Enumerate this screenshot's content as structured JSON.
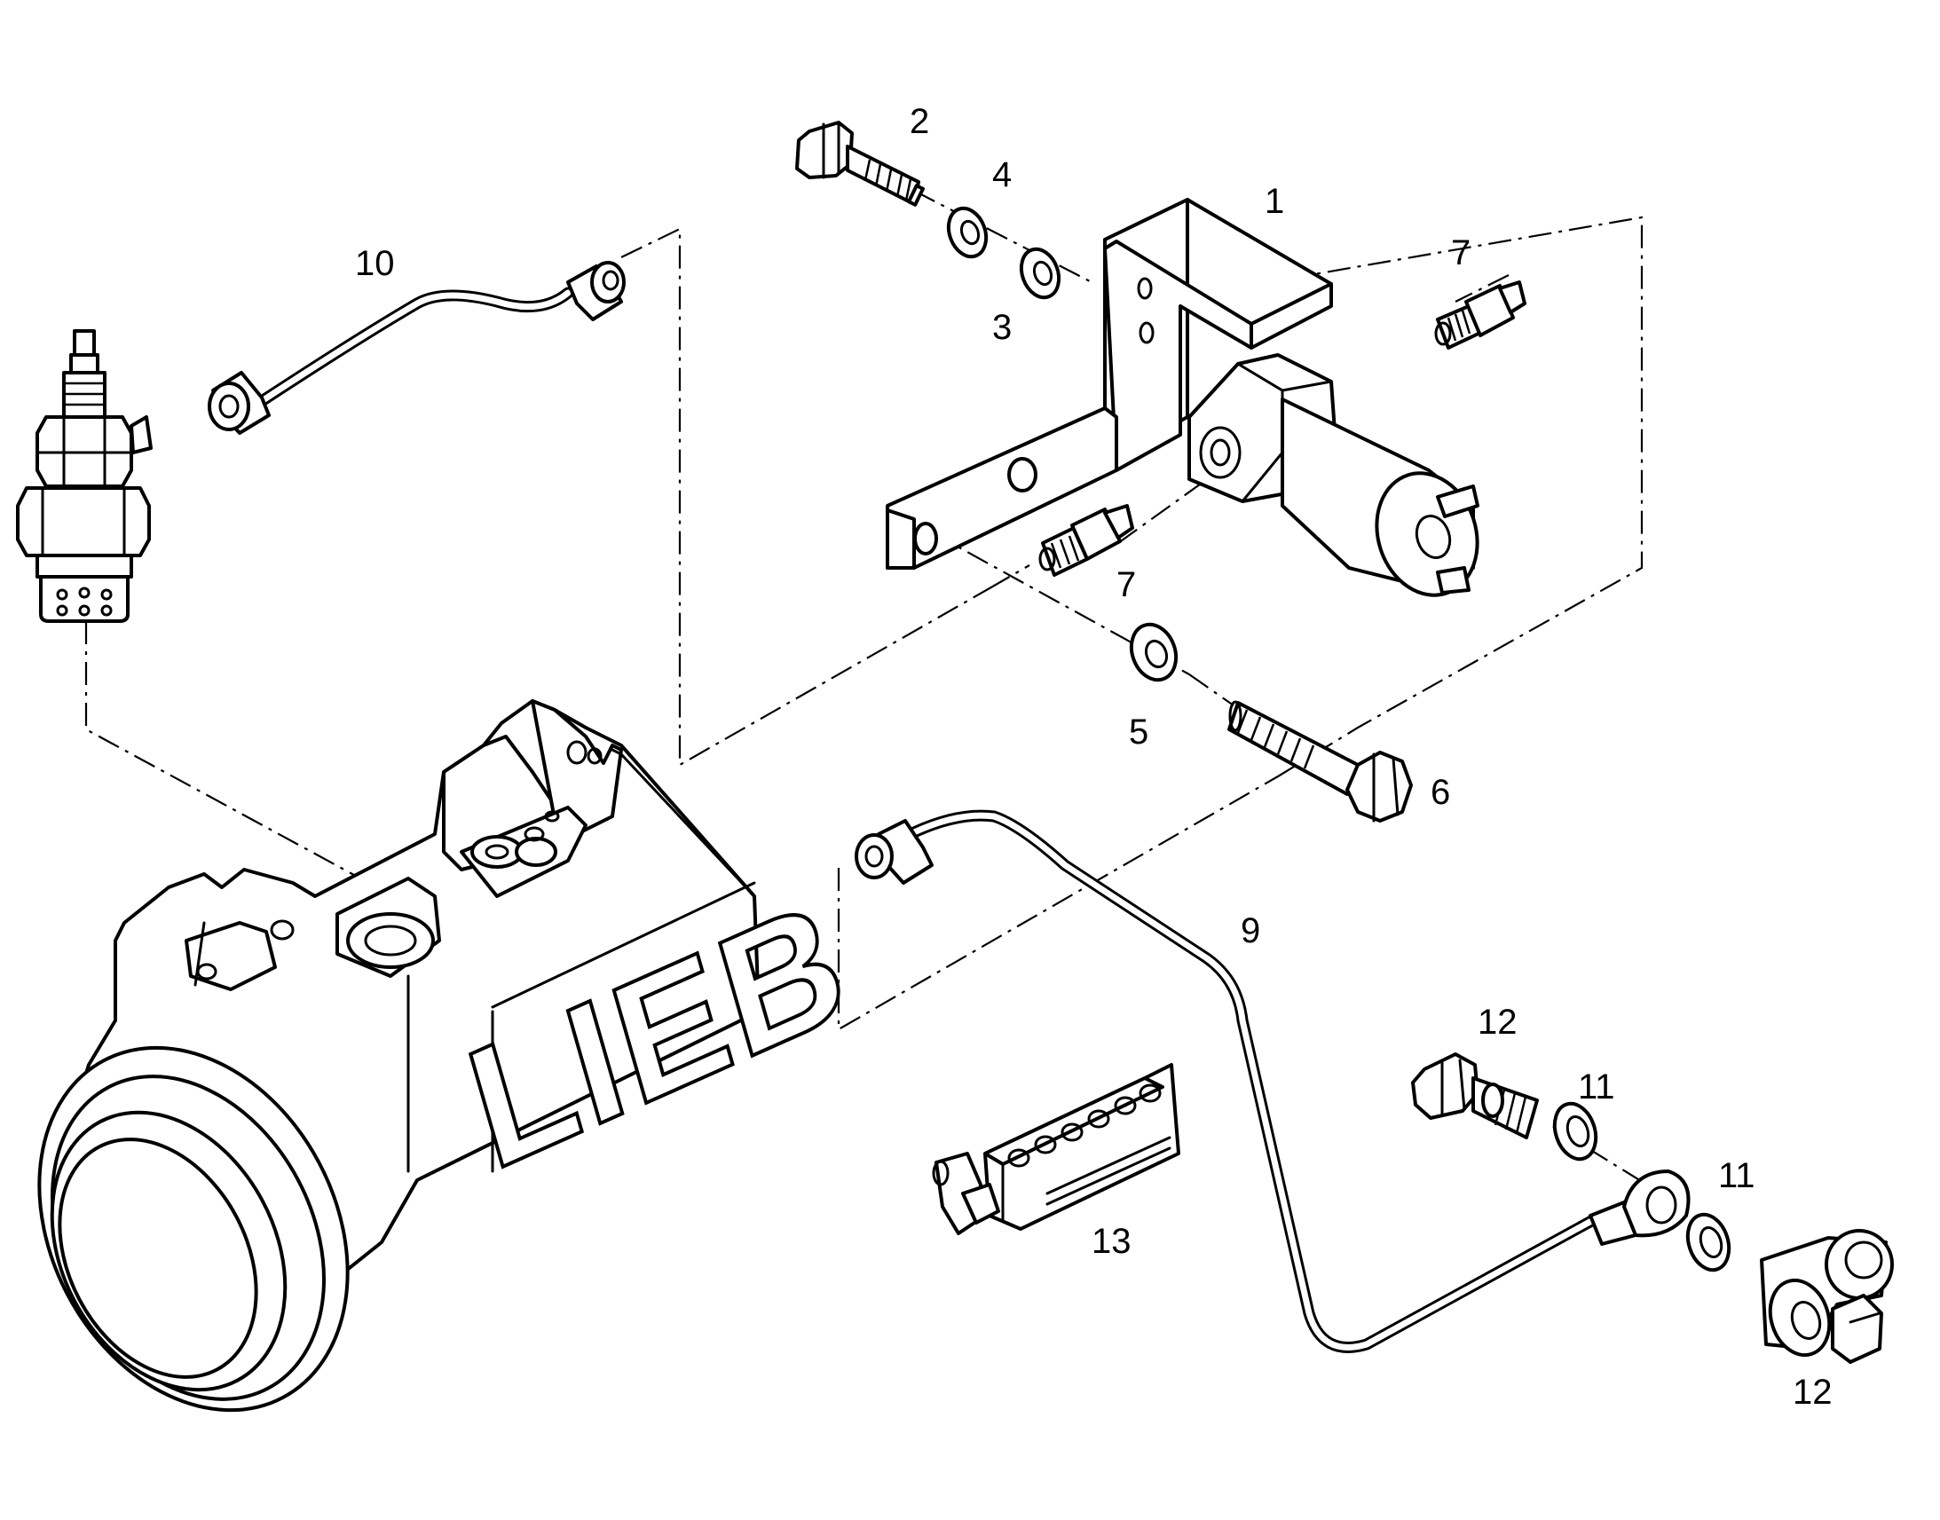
{
  "brand_text": "LIEB",
  "callouts": {
    "c1": "1",
    "c2": "2",
    "c3": "3",
    "c4": "4",
    "c5": "5",
    "c6": "6",
    "c7a": "7",
    "c7b": "7",
    "c9": "9",
    "c10": "10",
    "c11a": "11",
    "c11b": "11",
    "c12a": "12",
    "c12b": "12",
    "c13": "13"
  },
  "colors": {
    "line": "#000000",
    "background": "#ffffff"
  }
}
